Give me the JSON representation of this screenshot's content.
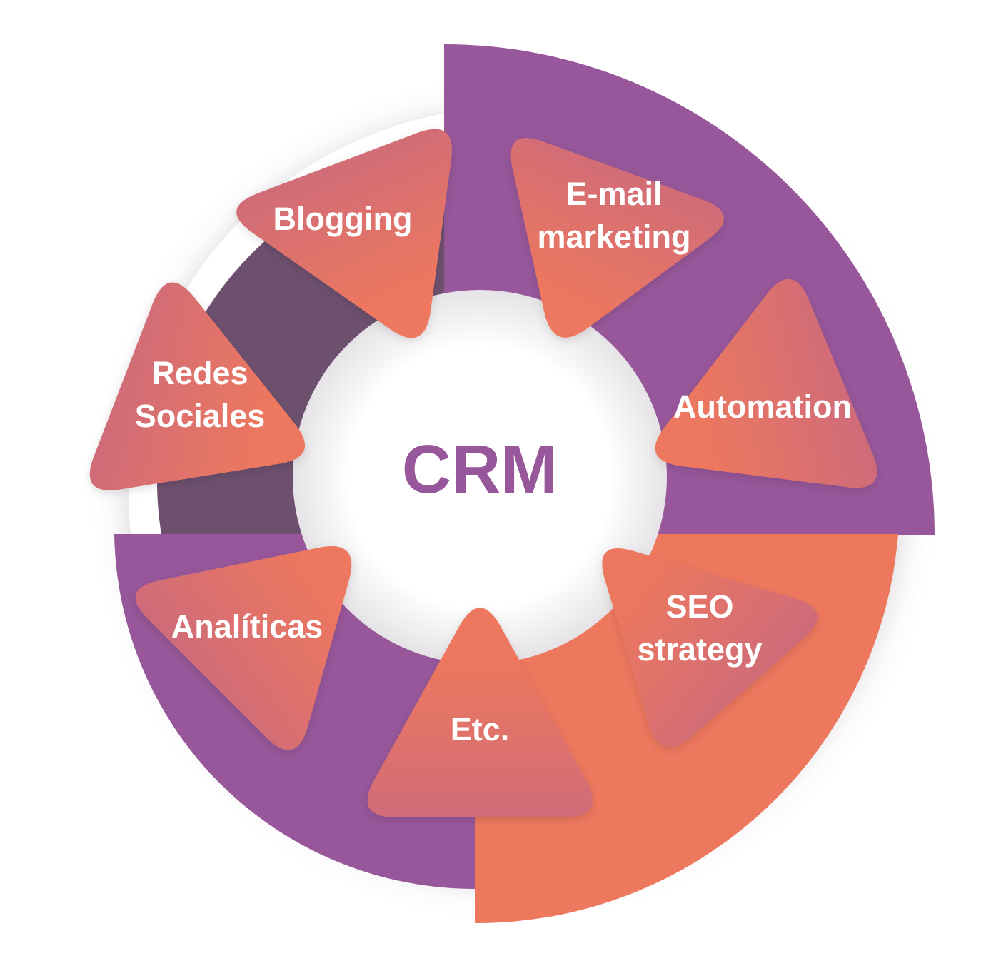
{
  "center": {
    "label": "CRM"
  },
  "segments": [
    {
      "id": "blogging",
      "lines": [
        "Blogging"
      ]
    },
    {
      "id": "email-marketing",
      "lines": [
        "E-mail",
        "marketing"
      ]
    },
    {
      "id": "automation",
      "lines": [
        "Automation"
      ]
    },
    {
      "id": "seo-strategy",
      "lines": [
        "SEO",
        "strategy"
      ]
    },
    {
      "id": "etc",
      "lines": [
        "Etc."
      ]
    },
    {
      "id": "analiticas",
      "lines": [
        "Analíticas"
      ]
    },
    {
      "id": "redes-sociales",
      "lines": [
        "Redes",
        "Sociales"
      ]
    }
  ],
  "colors": {
    "purple": "#97579a",
    "purple_light": "#9b63a0",
    "dark_purple": "#6d506e",
    "orange": "#ee785e",
    "pink": "#c9697e",
    "crm_text": "#97579a"
  }
}
